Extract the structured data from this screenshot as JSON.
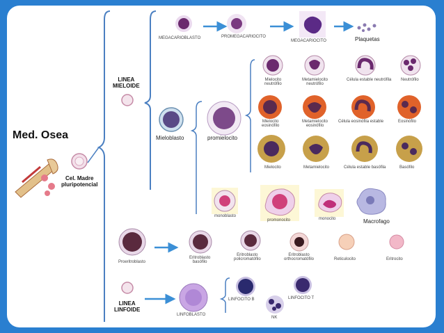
{
  "labels": {
    "med_osea": "Med. Osea",
    "cel_madre": "Cel. Madre\npluripotencial",
    "linea_mieloide": "LINEA\nMIELOIDE",
    "linea_linfoide": "LINEA\nLINFOIDE",
    "megacarioblasto": "MEGACARIOBLASTO",
    "promegacariocito": "PROMEGACARIOCITO",
    "megacariocito": "MEGACARIOCITO",
    "plaquetas": "Plaquetas",
    "mieloblasto": "Mieloblasto",
    "promielocito": "promielocito",
    "mielocito_neutrofilo": "Mielocito\nneutrófilo",
    "metamielocito_neutrofilo": "Metamielocito\nneutrófilo",
    "celula_estable_neutrofila": "Célula estable neutrófila",
    "neutrofilo": "Neutrófilo",
    "mielocito_eosinofilo": "Mielocito\neosinófilo",
    "metamielocito_eosinofilo": "Metamielocito\neosinófilo",
    "celula_eosinofila_estable": "Célula eosinófila estable",
    "eosinofilo": "Eosinófilo",
    "mielocito": "Mielocito",
    "metamielocito": "Metamielocito",
    "celula_estable_basofila": "Célula estable basófila",
    "basofilo": "Basófilo",
    "monoblasto": "monoblasto",
    "promonocito": "promonocito",
    "monocito": "monocito",
    "macrofago": "Macrofago",
    "proeritroblasto": "Proeritroblasto",
    "eritroblasto_basofilo": "Eritroblasto\nbasófilo",
    "eritroblasto_policromatofilo": "Eritroblasto\npolicromatófilo",
    "eritroblasto_ortocromatofilo": "Eritroblasto\northocromatófilo",
    "reticulocito": "Reticulocito",
    "eritrocito": "Eritrocito",
    "linfoblasto": "LINFOBLASTO",
    "linfocito_b": "LINFOCITO B",
    "linfocito_t": "LINFOCITO T",
    "nk": "NK"
  },
  "colors": {
    "background_blue": "#2a7fd0",
    "card_white": "#ffffff",
    "arrow_blue": "#3b8fd6",
    "bracket_blue": "#4a7fc1",
    "cell_purple": "#6b2a6e",
    "eosinophil_orange": "#e0622a",
    "basophil_tan": "#c7a04a"
  }
}
